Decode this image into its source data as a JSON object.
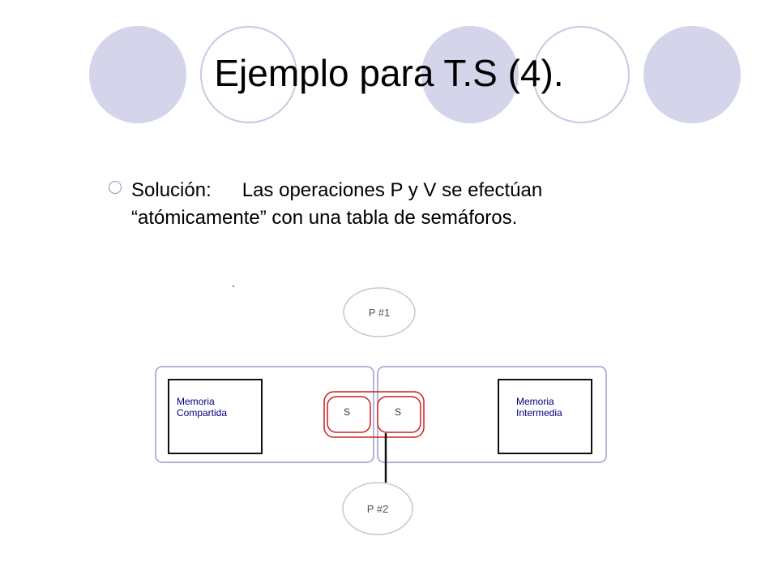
{
  "slide": {
    "title": "Ejemplo para T.S (4).",
    "bullet": {
      "label": "Solución:",
      "line1": "Las operaciones P y V se efectúan",
      "line2": "“atómicamente” con una tabla de semáforos."
    }
  },
  "diagram": {
    "process_top": "P #1",
    "process_bottom": "P #2",
    "memory_left": [
      "Memoria",
      "Compartida"
    ],
    "memory_right": [
      "Memoria",
      "Intermedia"
    ],
    "semaphore_left": "S",
    "semaphore_right": "S"
  },
  "colors": {
    "background": "#ffffff",
    "decor_circle": "#d4d4ea",
    "decor_ring": "#c8c8e2",
    "region_border": "#9c9ccc",
    "semaphore_border": "#cc2020",
    "process_border": "#c8c8c8"
  },
  "icons": {
    "bullet": "hollow-circle-bullet-icon"
  }
}
